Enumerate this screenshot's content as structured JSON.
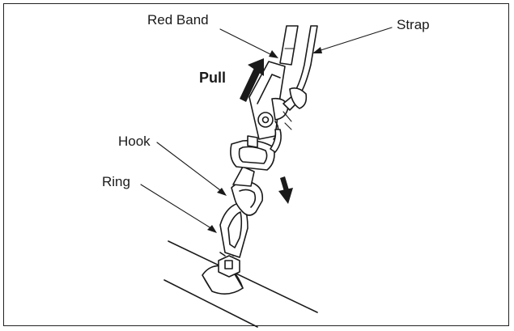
{
  "labels": {
    "red_band": "Red Band",
    "strap": "Strap",
    "pull": "Pull",
    "hook": "Hook",
    "ring": "Ring"
  }
}
